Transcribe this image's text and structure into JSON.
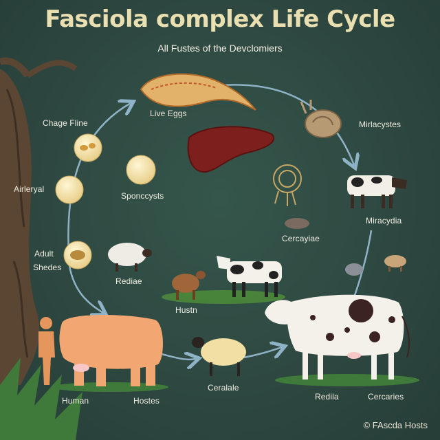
{
  "title": "Fasciola complex Life Cycle",
  "subtitle": "All Fustes of the Devclomiers",
  "credit": "© FAscda Hosts",
  "labels": {
    "live_eggs": "Live Eggs",
    "chage_fline": "Chage Fline",
    "mirlacystes": "Mirlacystes",
    "airleryal": "Airleryal",
    "sponccysts": "Sponccysts",
    "miracydia": "Miracydia",
    "cercayiae": "Cercayiae",
    "adult_line1": "Adult",
    "adult_line2": "Shedes",
    "rediae": "Rediae",
    "hustn": "Hustn",
    "human": "Human",
    "hostes": "Hostes",
    "ceralale": "Ceralale",
    "redila": "Redila",
    "cercaries": "Cercaries"
  },
  "colors": {
    "background": "#2f4b42",
    "title": "#eadfb0",
    "arrow": "#8fb3c6",
    "text": "#f1ede2"
  },
  "icons": [
    "tree-icon",
    "fluke-icon",
    "liver-icon",
    "snail-icon",
    "egg-icon",
    "cow-icon",
    "sheep-icon",
    "goat-icon",
    "human-icon",
    "pig-icon",
    "miracidium-icon"
  ]
}
